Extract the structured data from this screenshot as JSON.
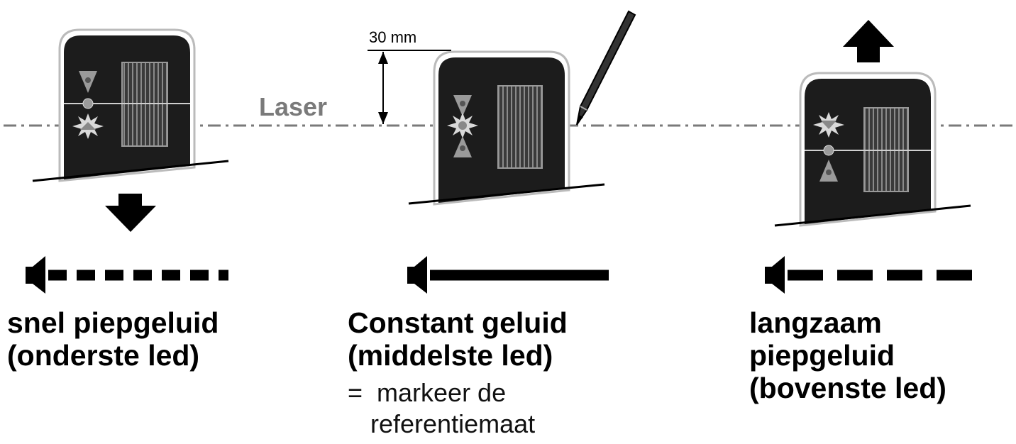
{
  "laser_label": "Laser",
  "dimension_label": "30 mm",
  "panels": [
    {
      "id": "left",
      "motion_arrow": "down-arrow",
      "sound_pattern": "fast-dashed",
      "active_led": "bottom",
      "caption_lines": [
        "snel piepgeluid",
        "(onderste led)"
      ]
    },
    {
      "id": "middle",
      "motion_arrow": "none",
      "sound_pattern": "continuous",
      "active_led": "middle",
      "caption_lines": [
        "Constant geluid",
        "(middelste led)"
      ],
      "note_lines": [
        "=  markeer de",
        "referentiemaat"
      ]
    },
    {
      "id": "right",
      "motion_arrow": "up-arrow",
      "sound_pattern": "slow-dashed",
      "active_led": "top",
      "caption_lines": [
        "langzaam",
        "piepgeluid",
        "(bovenste led)"
      ]
    }
  ],
  "colors": {
    "device_body": "#1c1c1c",
    "device_outline": "#bbbbbb",
    "laser_line": "#7a7a7a",
    "sensor_stripes": "#8a8a8a",
    "led": "#9a9a9a",
    "arrow": "#000000"
  }
}
